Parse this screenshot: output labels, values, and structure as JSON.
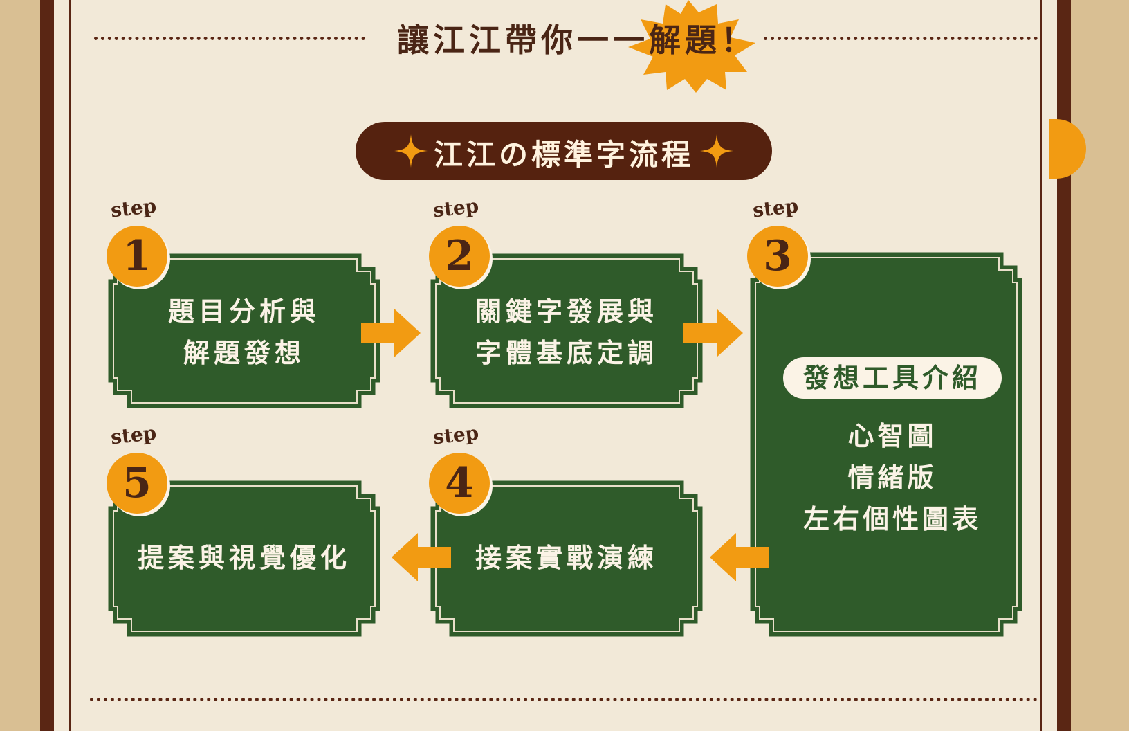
{
  "headline": "讓江江帶你一一解題！",
  "process_title": "江江の標準字流程",
  "step_word": "step",
  "steps": [
    {
      "number": "1",
      "lines": [
        "題目分析與",
        "解題發想"
      ]
    },
    {
      "number": "2",
      "lines": [
        "關鍵字發展與",
        "字體基底定調"
      ]
    },
    {
      "number": "3",
      "tools_label": "發想工具介紹",
      "tools": [
        "心智圖",
        "情緒版",
        "左右個性圖表"
      ]
    },
    {
      "number": "4",
      "lines": [
        "接案實戰演練"
      ]
    },
    {
      "number": "5",
      "lines": [
        "提案與視覺優化"
      ]
    }
  ],
  "colors": {
    "brown": "#5a2614",
    "green": "#2f5b2a",
    "orange": "#f29b12",
    "paper": "#f2e9d8"
  }
}
